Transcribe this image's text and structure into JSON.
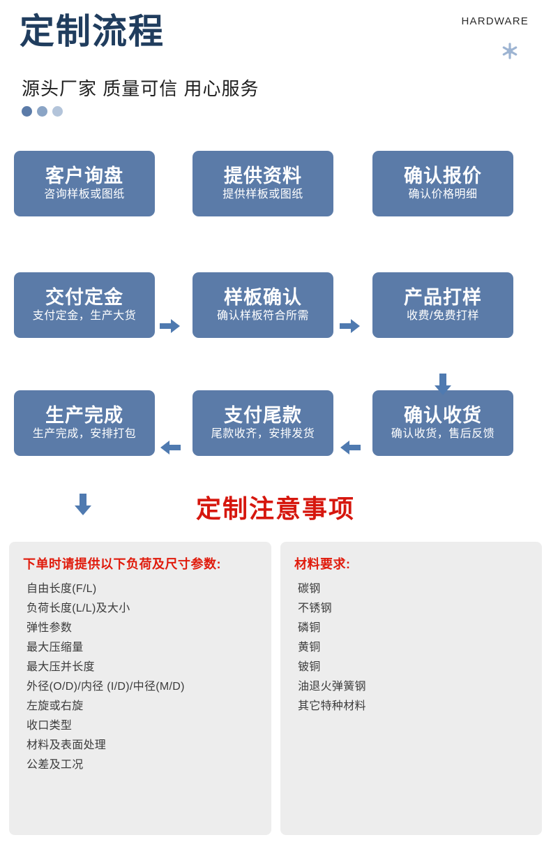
{
  "header": {
    "title": "定制流程",
    "subtitle": "源头厂家 质量可信 用心服务",
    "hardware_label": "HARDWARE",
    "snowflake_icon": "snowflake-icon",
    "dot_colors": [
      "#5b7ba8",
      "#8aa4c5",
      "#b3c4da"
    ]
  },
  "flow": {
    "box_color": "#5b7ba8",
    "arrow_color": "#4f7ab0",
    "steps": [
      {
        "title": "客户询盘",
        "sub": "咨询样板或图纸"
      },
      {
        "title": "提供资料",
        "sub": "提供样板或图纸"
      },
      {
        "title": "确认报价",
        "sub": "确认价格明细"
      },
      {
        "title": "产品打样",
        "sub": "收费/免费打样"
      },
      {
        "title": "样板确认",
        "sub": "确认样板符合所需"
      },
      {
        "title": "交付定金",
        "sub": "支付定金，生产大货"
      },
      {
        "title": "生产完成",
        "sub": "生产完成，安排打包"
      },
      {
        "title": "支付尾款",
        "sub": "尾款收齐，安排发货"
      },
      {
        "title": "确认收货",
        "sub": "确认收货，售后反馈"
      }
    ]
  },
  "notice": {
    "heading": "定制注意事项",
    "heading_color": "#d6170e",
    "panels": [
      {
        "title": "下单时请提供以下负荷及尺寸参数:",
        "items": [
          "自由长度(F/L)",
          "负荷长度(L/L)及大小",
          "弹性参数",
          "最大压缩量",
          "最大压并长度",
          "外径(O/D)/内径 (I/D)/中径(M/D)",
          "左旋或右旋",
          "收口类型",
          "材料及表面处理",
          "公差及工况"
        ]
      },
      {
        "title": "材料要求:",
        "items": [
          "碳钢",
          "不锈钢",
          "磷铜",
          "黄铜",
          "铍铜",
          "油退火弹簧钢",
          "其它特种材料"
        ]
      }
    ]
  }
}
